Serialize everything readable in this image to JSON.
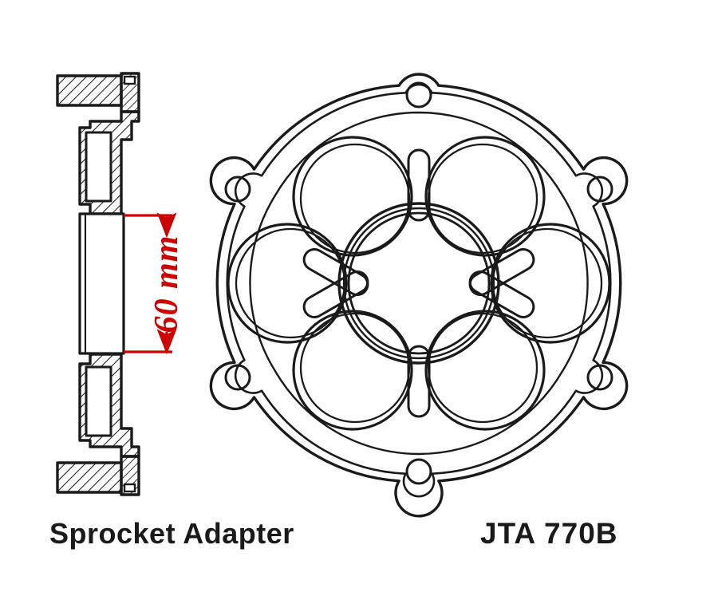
{
  "document": {
    "title": "Sprocket Adapter Technical Drawing",
    "background_color": "#ffffff"
  },
  "labels": {
    "part_name": "Sprocket Adapter",
    "part_number": "JTA 770B"
  },
  "dimension": {
    "value": "60 mm",
    "color": "#cc0000",
    "orientation": "vertical",
    "measures": "cross-section center barrel height"
  },
  "colors": {
    "line": "#1a1a1a",
    "dimension": "#cc0000",
    "hatch": "#1a1a1a",
    "background": "#ffffff"
  },
  "views": {
    "section_view": {
      "name": "cross-section-view",
      "description": "Hatched vertical cross-section of the sprocket adapter carrier"
    },
    "face_view": {
      "name": "face-view",
      "description": "Front face of sprocket carrier with six bolt tabs, six circular lightening cutouts, six radial slots and a concentric center bore",
      "bolt_tab_count": 6,
      "cutout_count": 6,
      "slot_count": 6,
      "center_ring_count": 3
    }
  }
}
